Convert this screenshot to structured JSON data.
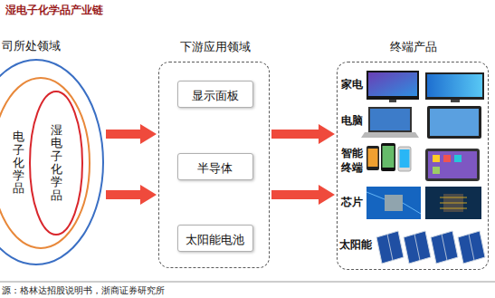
{
  "diagram": {
    "title": "湿电子化学品产业链",
    "caption": "源：格林达招股说明书，浙商证券研究所",
    "nodes": [
      {
        "text": [
          "司所处领域"
        ]
      },
      {
        "text": [
          "电子化学品"
        ],
        "in": 0
      },
      {
        "text": [
          "湿电子化学品"
        ],
        "in": 1
      },
      {
        "text": [
          "下游应用领域"
        ]
      },
      {
        "text": [
          "显示面板"
        ],
        "in": 3
      },
      {
        "text": [
          "半导体"
        ],
        "in": 3
      },
      {
        "text": [
          "太阳能电池"
        ],
        "in": 3
      },
      {
        "text": [
          "终端产品"
        ]
      }
    ],
    "edges": [
      {
        "from": 0,
        "to": 3,
        "arrow": "to"
      },
      {
        "from": 0,
        "to": 3,
        "arrow": "to"
      },
      {
        "from": 3,
        "to": 7,
        "arrow": "to"
      },
      {
        "from": 3,
        "to": 7,
        "arrow": "to"
      }
    ],
    "labels": [
      "家电",
      "电脑",
      "智能 终端",
      "芯片",
      "太阳能"
    ]
  }
}
